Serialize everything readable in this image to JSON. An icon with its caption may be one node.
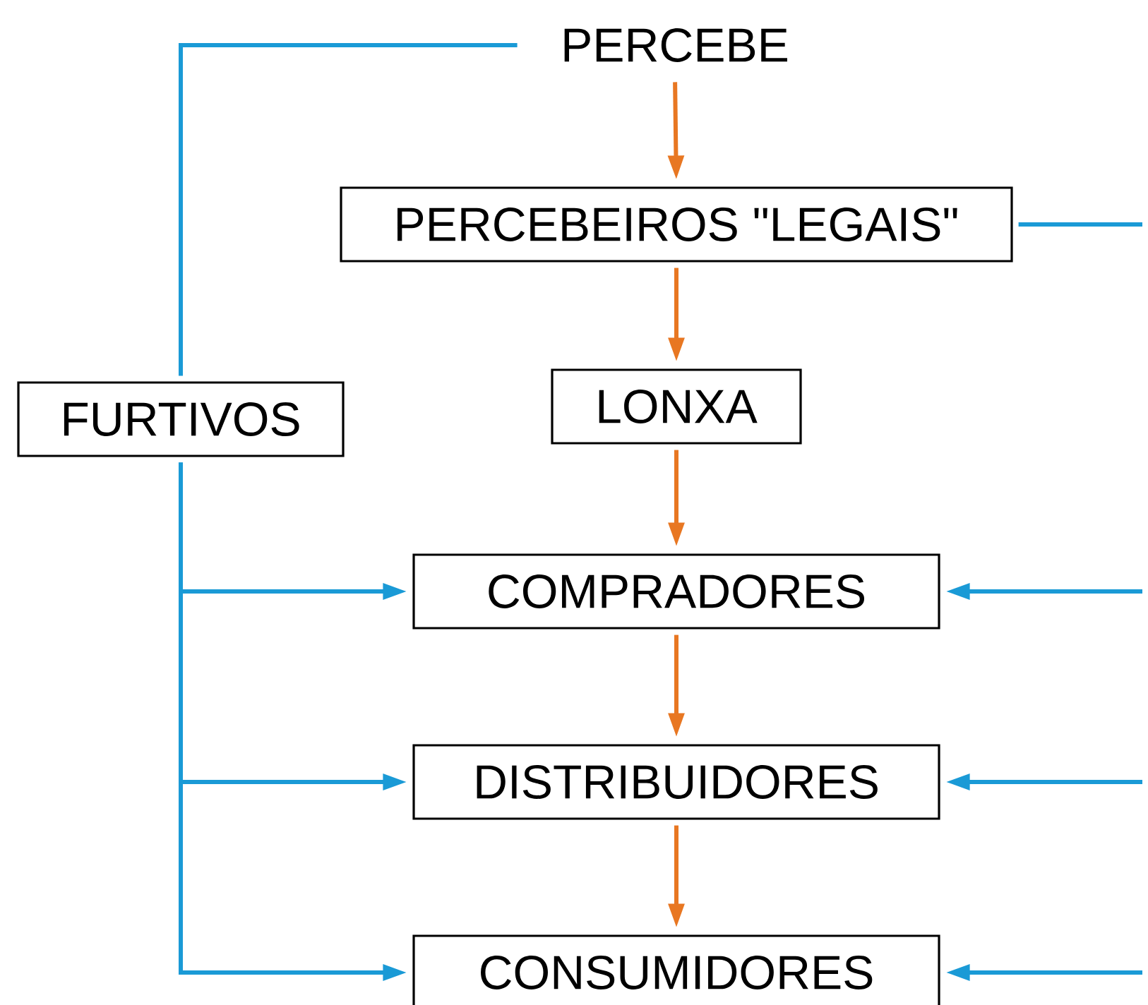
{
  "diagram": {
    "nodes": [
      {
        "text": [
          "PERCEBE"
        ]
      },
      {
        "text": [
          "PERCEBEIROS \"LEGAIS\""
        ]
      },
      {
        "text": [
          "FURTIVOS"
        ]
      },
      {
        "text": [
          "LONXA"
        ]
      },
      {
        "text": [
          "COMPRADORES"
        ]
      },
      {
        "text": [
          "DISTRIBUIDORES"
        ]
      },
      {
        "text": [
          "CONSUMIDORES"
        ]
      }
    ],
    "edges": [
      {
        "from": 0,
        "to": 1,
        "arrow": "to",
        "color": "#e87722"
      },
      {
        "from": 1,
        "to": 3,
        "arrow": "to",
        "color": "#e87722"
      },
      {
        "from": 3,
        "to": 4,
        "arrow": "to",
        "color": "#e87722"
      },
      {
        "from": 4,
        "to": 5,
        "arrow": "to",
        "color": "#e87722"
      },
      {
        "from": 5,
        "to": 6,
        "arrow": "to",
        "color": "#e87722"
      },
      {
        "from": 0,
        "to": 2,
        "arrow": "none",
        "color": "#1a9ad6"
      },
      {
        "from": 2,
        "to": 4,
        "arrow": "to",
        "color": "#1a9ad6"
      },
      {
        "from": 2,
        "to": 5,
        "arrow": "to",
        "color": "#1a9ad6"
      },
      {
        "from": 2,
        "to": 6,
        "arrow": "to",
        "color": "#1a9ad6"
      },
      {
        "from": 1,
        "to": null,
        "arrow": "none",
        "color": "#1a9ad6"
      },
      {
        "from": null,
        "to": 4,
        "arrow": "to",
        "color": "#1a9ad6"
      },
      {
        "from": null,
        "to": 5,
        "arrow": "to",
        "color": "#1a9ad6"
      },
      {
        "from": null,
        "to": 6,
        "arrow": "to",
        "color": "#1a9ad6"
      }
    ]
  }
}
